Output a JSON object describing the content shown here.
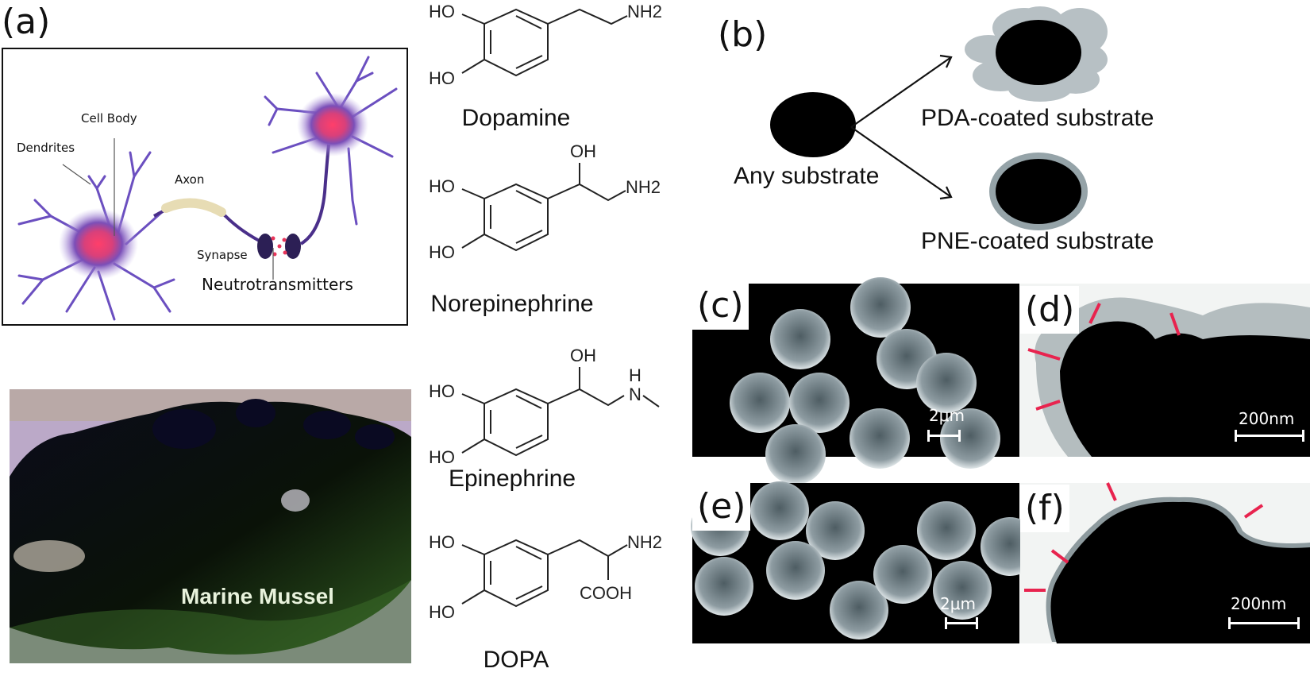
{
  "panel_a": {
    "label": "(a)",
    "neuron_diagram": {
      "labels": {
        "cell_body": "Cell Body",
        "dendrites": "Dendrites",
        "axon": "Axon",
        "synapse": "Synapse",
        "neurotransmitters": "Neutrotransmitters"
      }
    },
    "mussel_photo": {
      "caption": "Marine Mussel"
    },
    "molecules": [
      {
        "name": "Dopamine",
        "groups": {
          "ho_top": "HO",
          "ho_bottom": "HO",
          "amine": "NH2"
        }
      },
      {
        "name": "Norepinephrine",
        "groups": {
          "ho_top": "HO",
          "ho_bottom": "HO",
          "oh": "OH",
          "amine": "NH2"
        }
      },
      {
        "name": "Epinephrine",
        "groups": {
          "ho_top": "HO",
          "ho_bottom": "HO",
          "oh": "OH",
          "h": "H",
          "n": "N"
        }
      },
      {
        "name": "DOPA",
        "groups": {
          "ho_top": "HO",
          "ho_bottom": "HO",
          "amine": "NH2",
          "acid": "COOH"
        }
      }
    ]
  },
  "panel_b": {
    "label": "(b)",
    "substrate_label": "Any substrate",
    "pda_label": "PDA-coated substrate",
    "pne_label": "PNE-coated substrate"
  },
  "panel_c": {
    "label": "(c)",
    "scale": "2μm"
  },
  "panel_d": {
    "label": "(d)",
    "scale": "200nm"
  },
  "panel_e": {
    "label": "(e)",
    "scale": "2μm"
  },
  "panel_f": {
    "label": "(f)",
    "scale": "200nm"
  },
  "colors": {
    "neuron": "#7b5fc9",
    "nucleus": "#e8355a",
    "arrow_red": "#e8234e",
    "coating_gray": "#8a9aa0"
  }
}
